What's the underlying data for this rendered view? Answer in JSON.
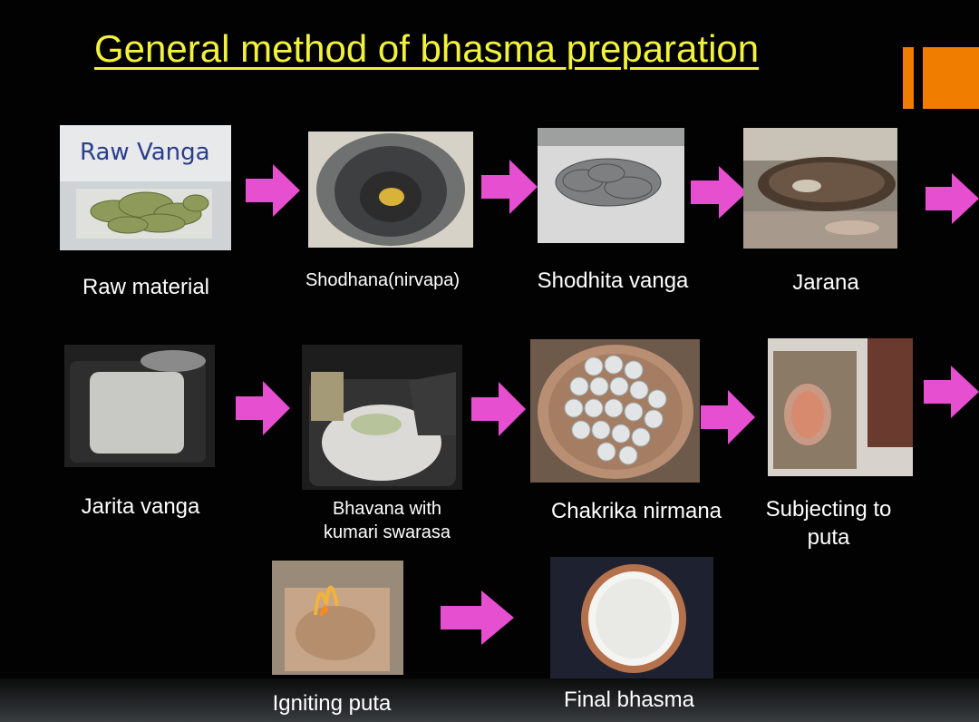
{
  "slide": {
    "title": "General method of bhasma preparation",
    "accent_color": "#f07d00",
    "title_color": "#f2f23c",
    "arrow_color": "#e64fd0"
  },
  "steps": [
    {
      "id": "raw-material",
      "label": "Raw material",
      "image_caption": "Raw Vanga"
    },
    {
      "id": "shodhana",
      "label": "Shodhana(nirvapa)"
    },
    {
      "id": "shodhita-vanga",
      "label": "Shodhita vanga"
    },
    {
      "id": "jarana",
      "label": "Jarana"
    },
    {
      "id": "jarita-vanga",
      "label": "Jarita vanga"
    },
    {
      "id": "bhavana",
      "label_line1": "Bhavana with",
      "label_line2": "kumari swarasa"
    },
    {
      "id": "chakrika-nirmana",
      "label": "Chakrika nirmana"
    },
    {
      "id": "subjecting-to-puta",
      "label_line1": "Subjecting to",
      "label_line2": "puta"
    },
    {
      "id": "igniting-puta",
      "label": "Igniting puta"
    },
    {
      "id": "final-bhasma",
      "label": "Final bhasma"
    }
  ]
}
